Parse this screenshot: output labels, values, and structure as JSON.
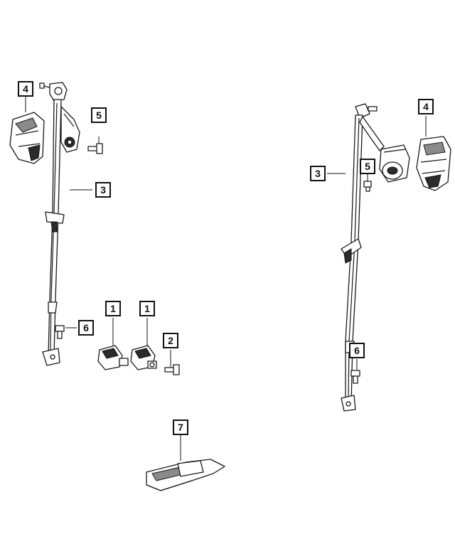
{
  "callouts": {
    "c4_left": "4",
    "c5_left": "5",
    "c3_left": "3",
    "c6_left": "6",
    "c1_a": "1",
    "c1_b": "1",
    "c2": "2",
    "c7": "7",
    "c3_right": "3",
    "c5_right": "5",
    "c4_right": "4",
    "c6_right": "6"
  }
}
